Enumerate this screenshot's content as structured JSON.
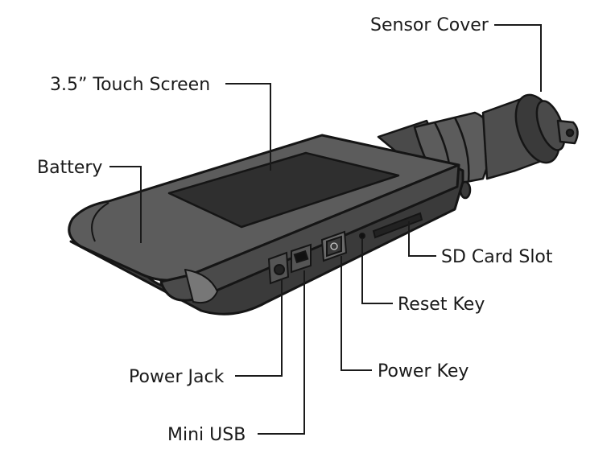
{
  "labels": {
    "sensor_cover": "Sensor Cover",
    "touch_screen": "3.5” Touch Screen",
    "battery": "Battery",
    "sd_card_slot": "SD Card Slot",
    "reset_key": "Reset Key",
    "power_key": "Power Key",
    "power_jack": "Power Jack",
    "mini_usb": "Mini USB"
  },
  "colors": {
    "body_top": "#5a5a5a",
    "body_side": "#3a3a3a",
    "screen": "#2f2f2f",
    "outline": "#151515",
    "leader": "#1a1a1a"
  }
}
